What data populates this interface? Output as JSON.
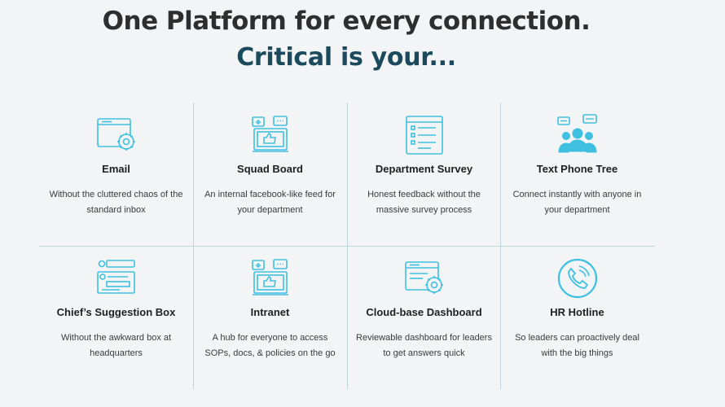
{
  "hero": {
    "title": "One Platform for every connection.",
    "subtitle": "Critical is your...",
    "subtitle_color": "#1a4a5c"
  },
  "colors": {
    "icon": "#3fc0e0",
    "divider": "#bfd6dc"
  },
  "features": [
    {
      "icon": "email-gear-icon",
      "title": "Email",
      "desc": "Without the cluttered chaos of the standard inbox"
    },
    {
      "icon": "social-board-icon",
      "title": "Squad Board",
      "desc": "An internal facebook-like feed for your department"
    },
    {
      "icon": "survey-form-icon",
      "title": "Department Survey",
      "desc": "Honest feedback without the massive survey process"
    },
    {
      "icon": "people-chat-icon",
      "title": "Text Phone Tree",
      "desc": "Connect instantly with anyone in your department"
    },
    {
      "icon": "suggestion-form-icon",
      "title": "Chief’s Suggestion Box",
      "desc": "Without the awkward box at headquarters"
    },
    {
      "icon": "social-board-icon",
      "title": "Intranet",
      "desc": "A hub for everyone to access SOPs, docs, & policies on the go"
    },
    {
      "icon": "dashboard-gear-icon",
      "title": "Cloud-base Dashboard",
      "desc": "Reviewable dashboard for leaders to get answers quick"
    },
    {
      "icon": "phone-icon",
      "title": "HR Hotline",
      "desc": "So leaders can proactively deal with the big things"
    }
  ]
}
